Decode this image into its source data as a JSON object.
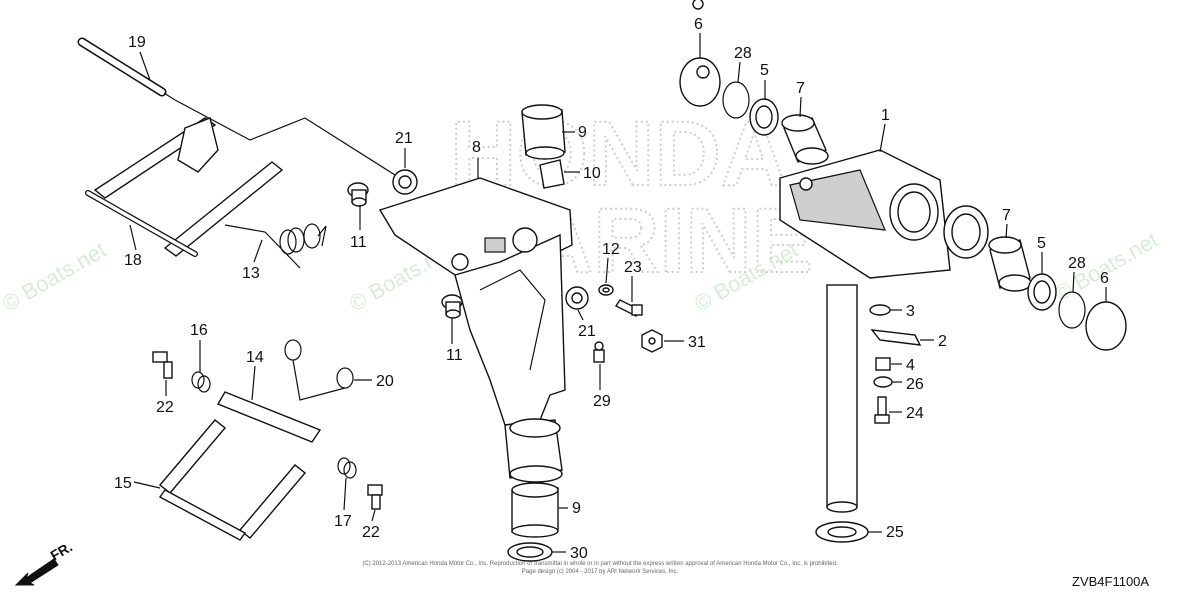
{
  "diagram": {
    "code": "ZVB4F1100A",
    "front_label": "FR.",
    "copyright_line1": "(C) 2012-2013 American Honda Motor Co., Inc. Reproduction or transmittal in whole or in part without the express written approval of American Honda Motor Co., Inc. is prohibited.",
    "copyright_line2": "Page design (c) 2004 - 2017 by ARI Network Services, Inc.",
    "watermark": "© Boats.net",
    "brand_watermark_top": "HONDA",
    "brand_watermark_bottom": "MARINE",
    "callouts": [
      "19",
      "18",
      "13",
      "21",
      "11",
      "8",
      "9",
      "10",
      "12",
      "23",
      "21",
      "11",
      "29",
      "31",
      "6",
      "28",
      "5",
      "7",
      "1",
      "7",
      "5",
      "28",
      "6",
      "3",
      "2",
      "4",
      "26",
      "24",
      "25",
      "16",
      "14",
      "20",
      "22",
      "15",
      "17",
      "22",
      "9",
      "30"
    ]
  }
}
